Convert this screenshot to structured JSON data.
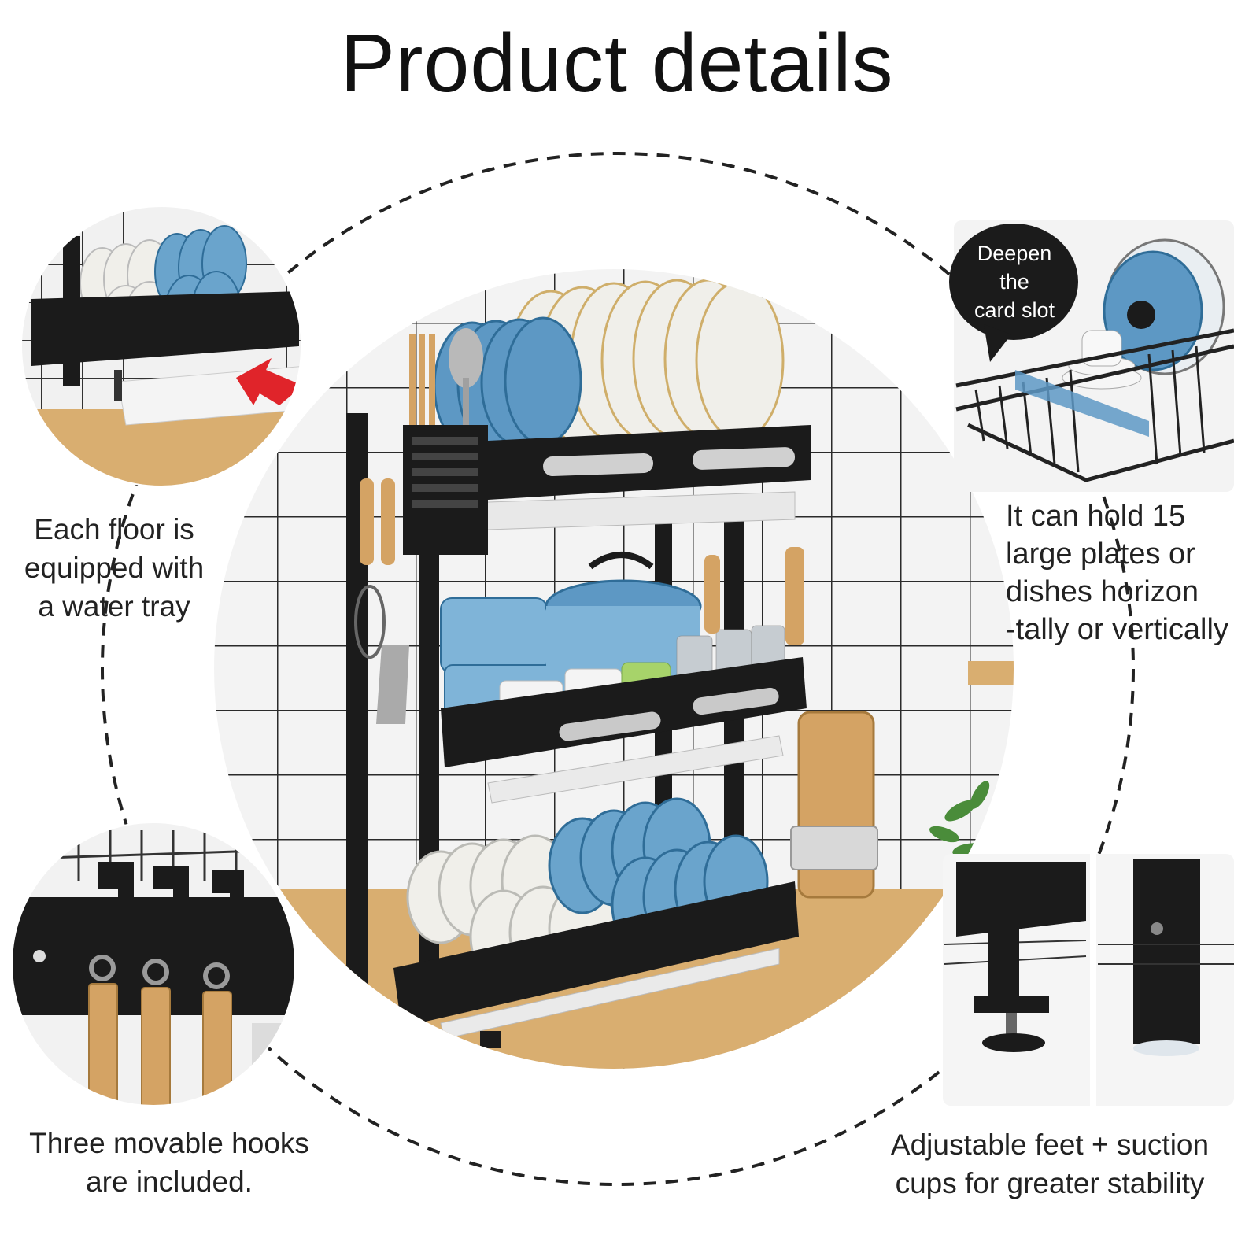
{
  "title": "Product details",
  "features": {
    "water_tray": "Each floor is\nequipped with\na water tray",
    "card_slot_bubble": "Deepen\nthe\ncard slot",
    "capacity": "It can hold 15\nlarge plates or\ndishes horizon\n-tally or vertically",
    "hooks": "Three movable hooks\nare included.",
    "feet": "Adjustable feet + suction\ncups for greater stability"
  },
  "colors": {
    "rack_black": "#1b1b1b",
    "plate_blue": "#5d98c4",
    "plate_white": "#eeeeea",
    "wood": "#d8ac6c",
    "arrow_red": "#e0242a",
    "tile": "#f5f5f5"
  }
}
